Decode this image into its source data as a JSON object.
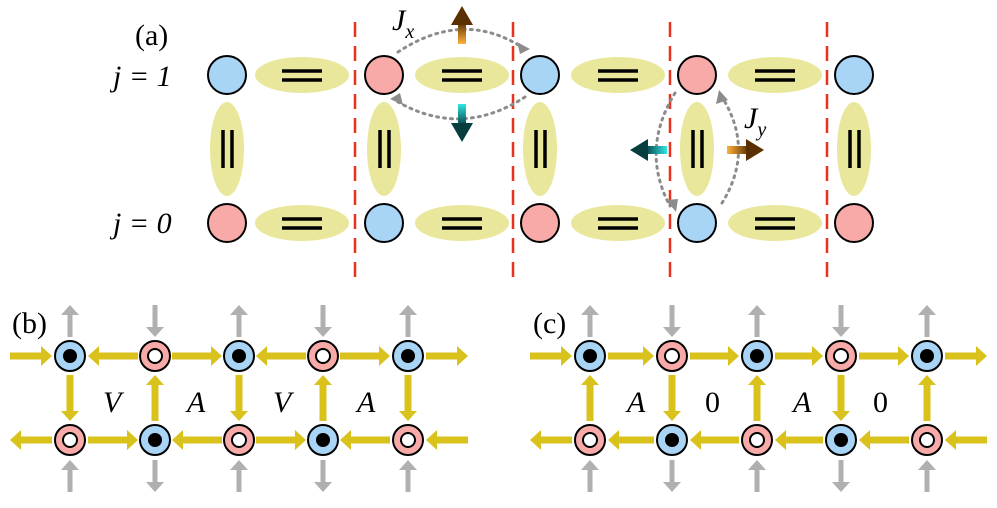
{
  "panel_a": {
    "label": "(a)",
    "row_top_label": "j = 1",
    "row_bottom_label": "j = 0",
    "jx_label_main": "J",
    "jx_label_sub": "x",
    "jy_label_main": "J",
    "jy_label_sub": "y",
    "top_row_sites": [
      "blue",
      "pink",
      "blue",
      "pink",
      "blue"
    ],
    "bottom_row_sites": [
      "pink",
      "blue",
      "pink",
      "blue",
      "pink"
    ]
  },
  "panel_b": {
    "label": "(b)",
    "plaquette_labels": [
      "V",
      "A",
      "V",
      "A"
    ]
  },
  "panel_c": {
    "label": "(c)",
    "plaquette_labels": [
      "A",
      "0",
      "A",
      "0"
    ]
  },
  "colors": {
    "blue_site": "#a8d4f5",
    "pink_site": "#f7aaa8",
    "dimer": "#e9e79b",
    "cut_line": "#e8321e",
    "arrow_yellow": "#d9c21c",
    "arrow_gray": "#b0b0b0",
    "hop_dots": "#8c8c8c",
    "arrow_orange": "#a5630f",
    "arrow_teal": "#1b9e98"
  }
}
